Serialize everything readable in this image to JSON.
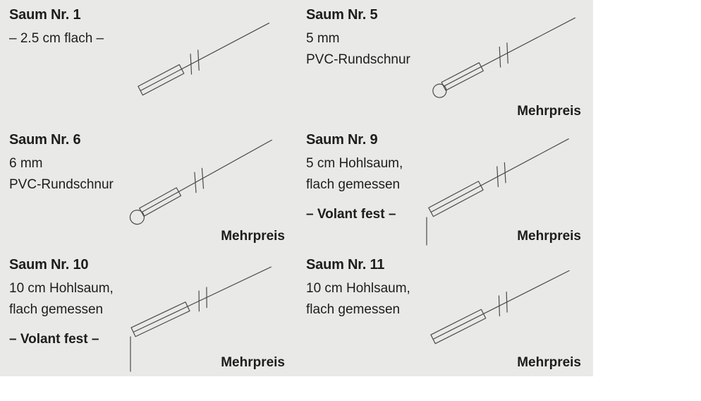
{
  "colors": {
    "background": "#e9e9e7",
    "text": "#1d1d1b",
    "line": "#4a4a4a"
  },
  "panels": [
    {
      "title": "Saum Nr. 1",
      "desc": [
        "– 2.5 cm flach –"
      ],
      "drawing": "flat-hem"
    },
    {
      "title": "Saum Nr. 5",
      "desc": [
        "5 mm",
        "PVC-Rundschnur"
      ],
      "price": "Mehrpreis",
      "drawing": "pvc-round-cord-hem"
    },
    {
      "title": "Saum Nr. 6",
      "desc": [
        "6 mm",
        "PVC-Rundschnur"
      ],
      "price": "Mehrpreis",
      "drawing": "pvc-round-cord-hem"
    },
    {
      "title": "Saum Nr. 9",
      "desc": [
        "5 cm Hohlsaum,",
        "flach gemessen"
      ],
      "volant": "– Volant fest –",
      "price": "Mehrpreis",
      "drawing": "hollow-hem-with-volant"
    },
    {
      "title": "Saum Nr. 10",
      "desc": [
        "10 cm Hohlsaum,",
        "flach gemessen"
      ],
      "volant": "– Volant fest –",
      "price": "Mehrpreis",
      "drawing": "hollow-hem-with-volant"
    },
    {
      "title": "Saum Nr. 11",
      "desc": [
        "10 cm Hohlsaum,",
        "flach gemessen"
      ],
      "price": "Mehrpreis",
      "drawing": "hollow-hem"
    }
  ]
}
